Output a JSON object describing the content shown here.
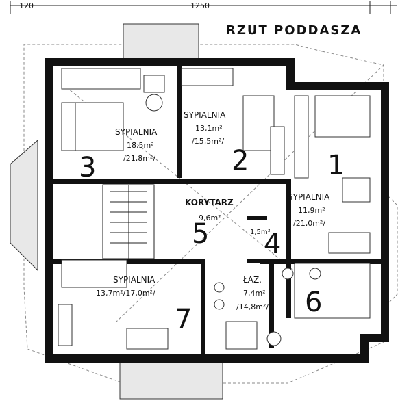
{
  "plan_title": "RZUT PODDASZA",
  "dimensions": {
    "left": "120",
    "main": "1250"
  },
  "rooms": [
    {
      "key": "r1",
      "number": "1",
      "name": "SYPIALNIA",
      "area1": "11,9m²",
      "area2": "/21,0m²/"
    },
    {
      "key": "r2",
      "number": "2",
      "name": "SYPIALNIA",
      "area1": "13,1m²",
      "area2": "/15,5m²/"
    },
    {
      "key": "r3",
      "number": "3",
      "name": "SYPIALNIA",
      "area1": "18,5m²",
      "area2": "/21,8m²/"
    },
    {
      "key": "r4",
      "number": "4",
      "area1": "1,5m²"
    },
    {
      "key": "r5",
      "number": "5",
      "name": "KORYTARZ",
      "area1": "9,6m²"
    },
    {
      "key": "r6",
      "number": "6",
      "name": "ŁAZ.",
      "area1": "7,4m²",
      "area2": "/14,8m²/"
    },
    {
      "key": "r7",
      "number": "7",
      "name": "SYPIALNIA",
      "area1": "13,7m²",
      "area2": "/17,0m²/"
    }
  ]
}
